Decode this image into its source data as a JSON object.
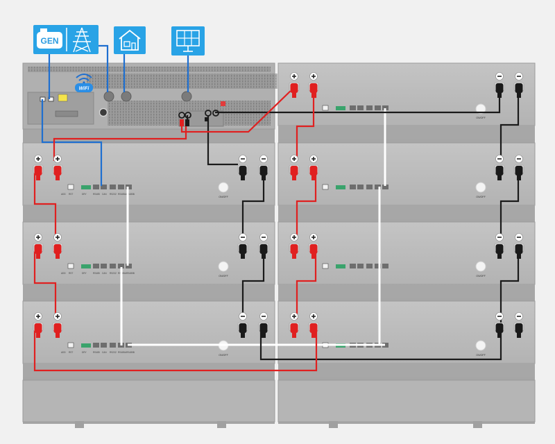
{
  "icons": {
    "generator": {
      "label": "GEN"
    },
    "wifi": {
      "label": "WiFi"
    }
  },
  "ports": {
    "rs485": "RS485",
    "can": "CAN",
    "dry": "DRY",
    "rs232": "RS232",
    "rs485a": "RS485A",
    "rs485b": "RS485B",
    "addr": "ADD",
    "rst": "RST"
  },
  "switch_label": "ON/OFF",
  "colors": {
    "positive": "#e02020",
    "negative": "#1a1a1a",
    "comm": "#1e6fd0",
    "link": "#ffffff",
    "icon_bg": "#29a3e6",
    "module": "#b9b9b9"
  }
}
